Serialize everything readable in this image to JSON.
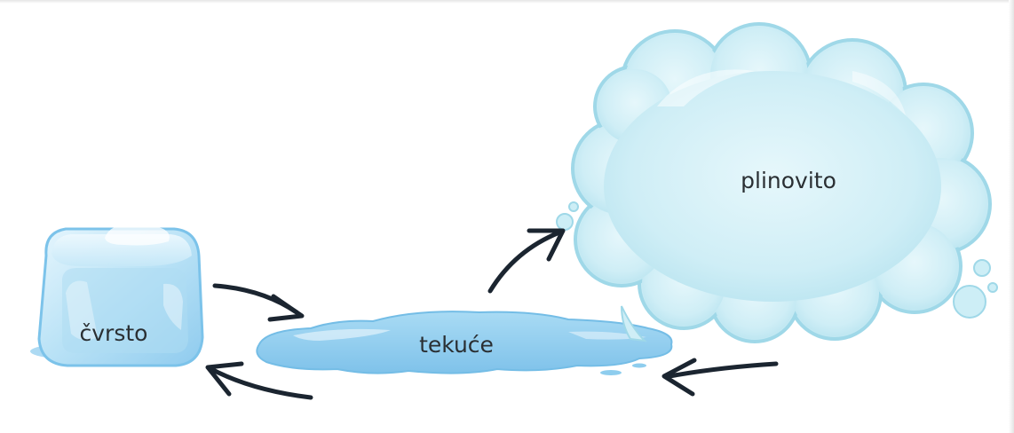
{
  "states": {
    "solid": "čvrsto",
    "liquid": "tekuće",
    "gas": "plinovito"
  },
  "colors": {
    "ice": "#bfe6f7",
    "ice_edge": "#8fd0ee",
    "water": "#8ecdee",
    "cloud": "#cdeef6",
    "cloud_edge": "#9fd8e8",
    "arrow": "#1b2530"
  },
  "arrows": [
    {
      "from": "solid",
      "to": "liquid"
    },
    {
      "from": "liquid",
      "to": "solid"
    },
    {
      "from": "liquid",
      "to": "gas"
    },
    {
      "from": "gas",
      "to": "liquid"
    }
  ]
}
